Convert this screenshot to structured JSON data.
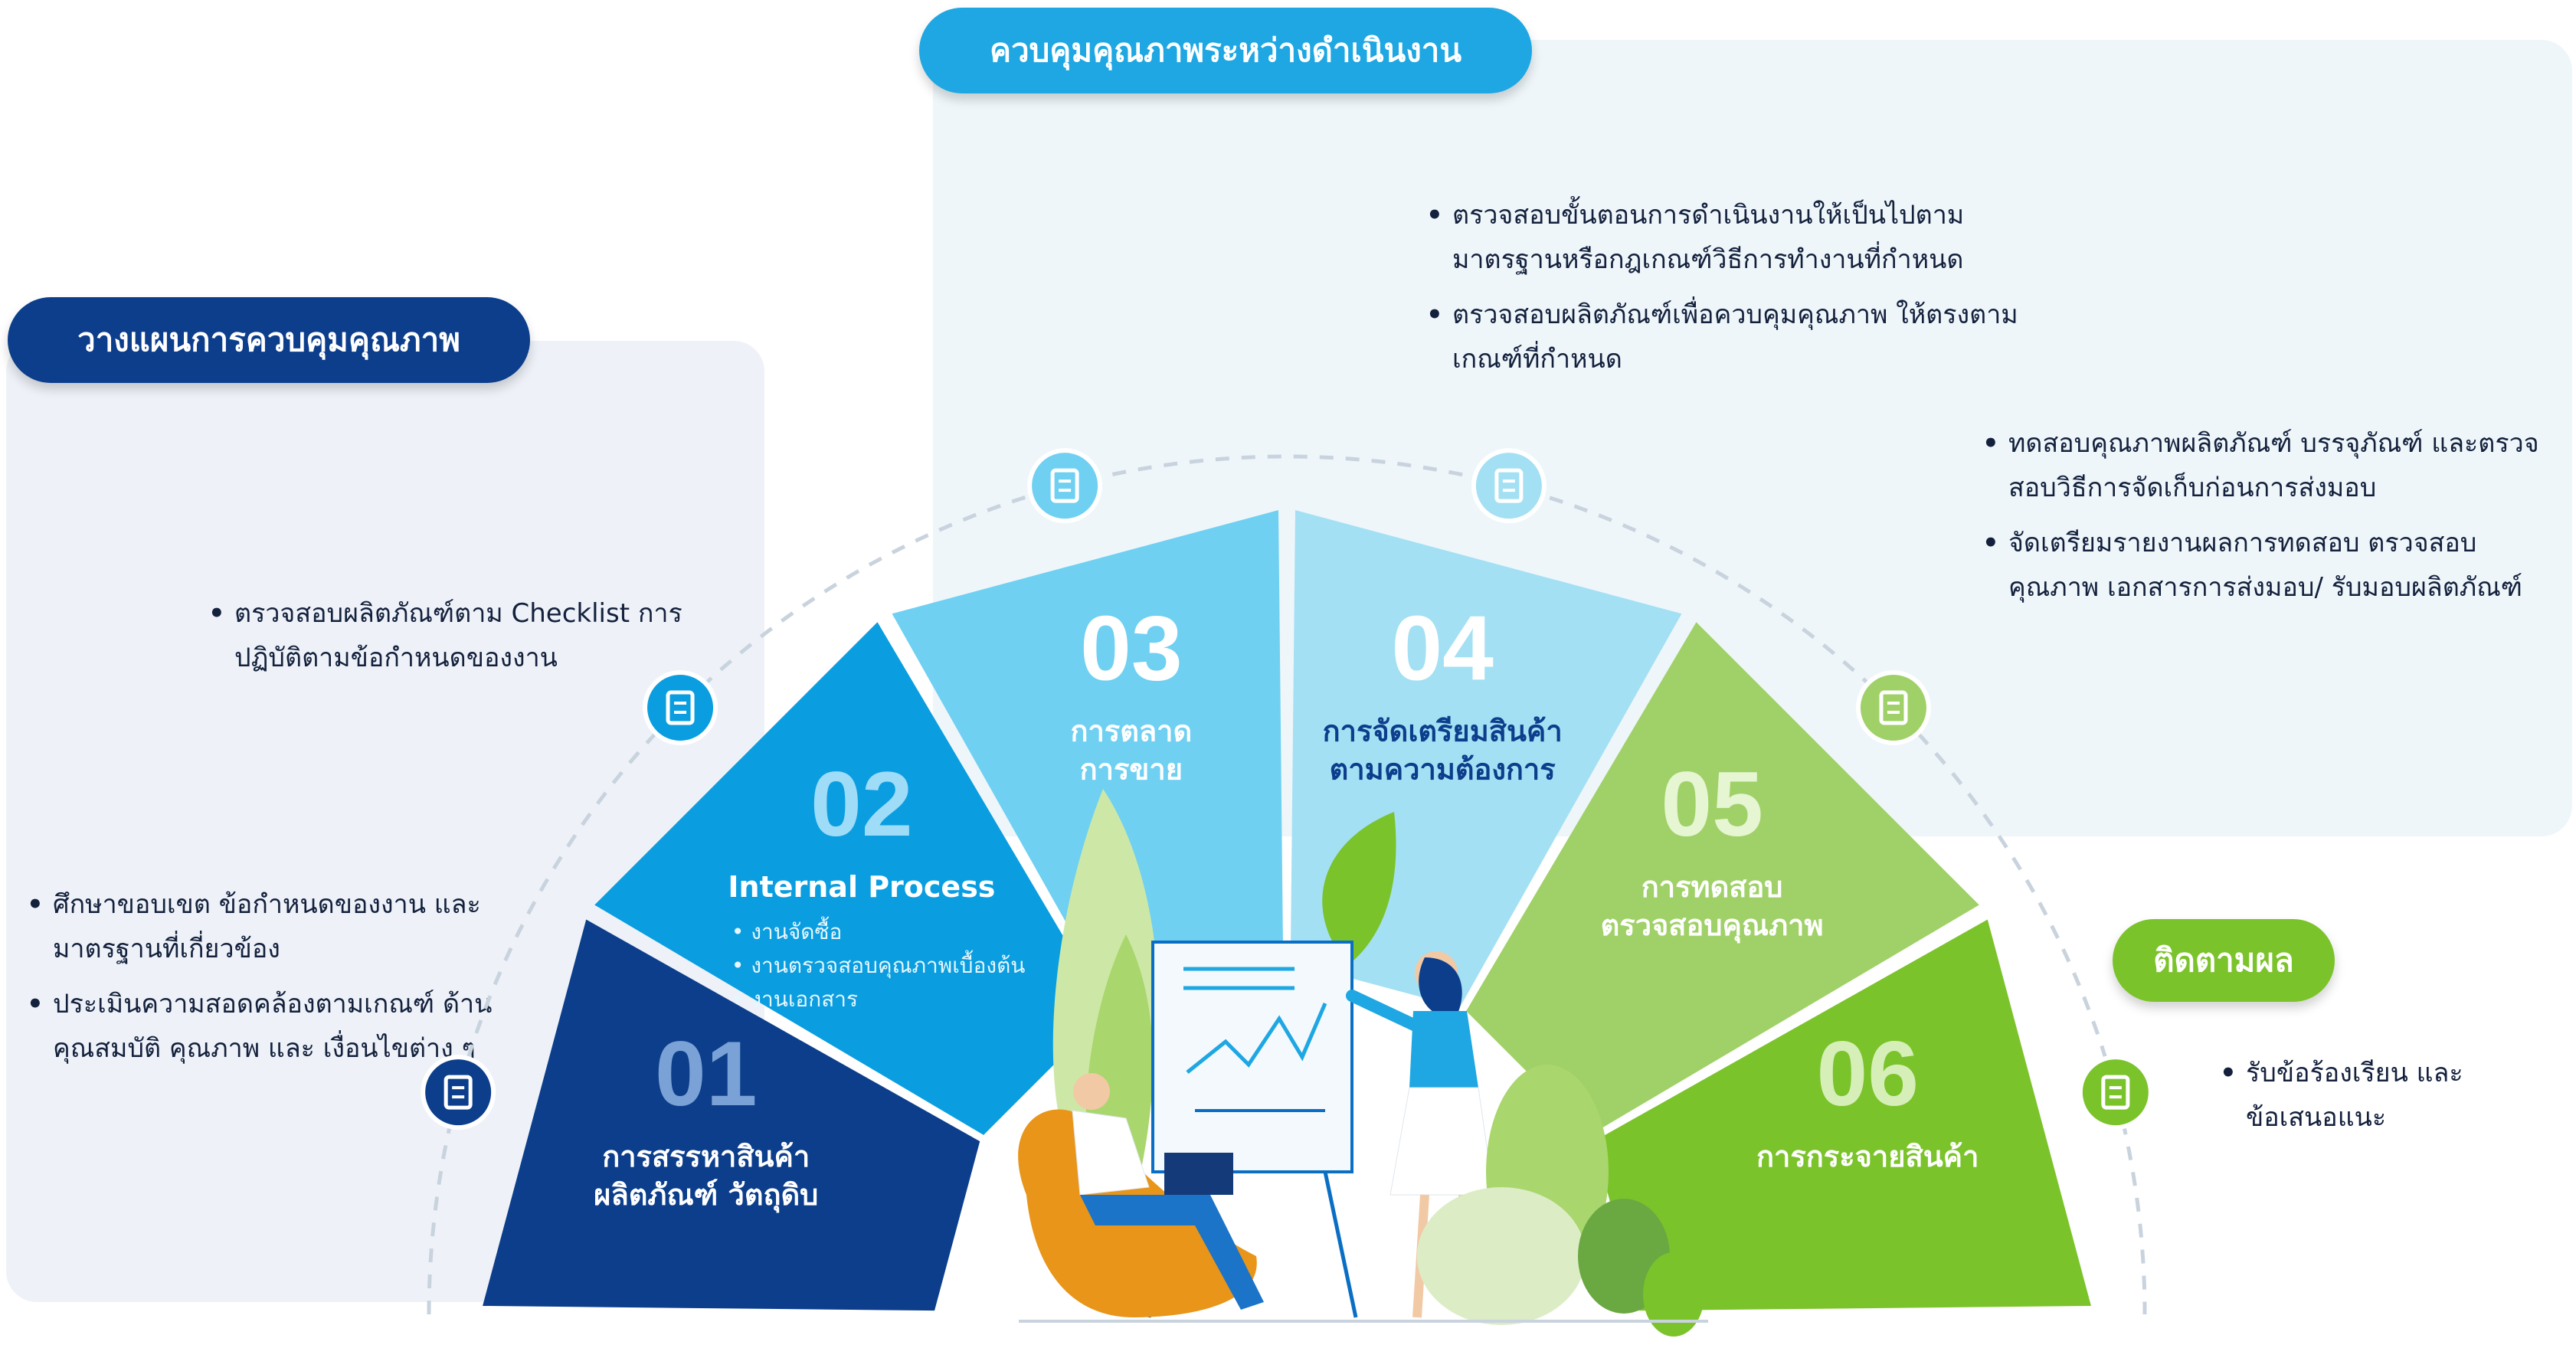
{
  "headers": {
    "plan": "วางแผนการควบคุมคุณภาพ",
    "process": "ควบคุมคุณภาพระหว่างดำเนินงาน",
    "follow": "ติดตามผล"
  },
  "notes": {
    "n1": [
      "ศึกษาขอบเขต ข้อกำหนดของงาน และมาตรฐานที่เกี่ยวข้อง",
      "ประเมินความสอดคล้องตามเกณฑ์ ด้านคุณสมบัติ คุณภาพ และ เงื่อนไขต่าง ๆ"
    ],
    "n2": [
      "ตรวจสอบผลิตภัณฑ์ตาม Checklist การปฏิบัติตามข้อกำหนดของงาน"
    ],
    "n3": [
      "ตรวจสอบขั้นตอนการดำเนินงานให้เป็นไปตาม มาตรฐานหรือกฎเกณฑ์วิธีการทำงานที่กำหนด",
      "ตรวจสอบผลิตภัณฑ์เพื่อควบคุมคุณภาพ ให้ตรงตามเกณฑ์ที่กำหนด"
    ],
    "n4": [
      "ทดสอบคุณภาพผลิตภัณฑ์ บรรจุภัณฑ์ และตรวจสอบวิธีการจัดเก็บก่อนการส่งมอบ",
      "จัดเตรียมรายงานผลการทดสอบ ตรวจสอบคุณภาพ เอกสารการส่งมอบ/ รับมอบผลิตภัณฑ์"
    ],
    "n5": [
      "รับข้อร้องเรียน และข้อเสนอแนะ"
    ]
  },
  "segments": [
    {
      "num": "01",
      "title": [
        "การสรรหาสินค้า",
        "ผลิตภัณฑ์ วัตถุดิบ"
      ],
      "sub": [],
      "color": "#0c3e8c",
      "num_color": "#7aa2d6",
      "title_color": "#ffffff",
      "icon": "magnifier-icon"
    },
    {
      "num": "02",
      "title": [
        "Internal Process"
      ],
      "sub": [
        "งานจัดซื้อ",
        "งานตรวจสอบคุณภาพเบื้องต้น",
        "งานเอกสาร"
      ],
      "color": "#0a9ee0",
      "num_color": "#9fdcf8",
      "title_color": "#ffffff",
      "icon": "cart-gear-icon"
    },
    {
      "num": "03",
      "title": [
        "การตลาด",
        "การขาย"
      ],
      "sub": [],
      "color": "#6fd0f2",
      "num_color": "#ffffff",
      "title_color": "#ffffff",
      "icon": "dashboard-icon"
    },
    {
      "num": "04",
      "title": [
        "การจัดเตรียมสินค้า",
        "ตามความต้องการ"
      ],
      "sub": [],
      "color": "#a3e0f4",
      "num_color": "#ffffff",
      "title_color": "#0c3e8c",
      "icon": "clipboard-icon"
    },
    {
      "num": "05",
      "title": [
        "การทดสอบ",
        "ตรวจสอบคุณภาพ"
      ],
      "sub": [],
      "color": "#a0d168",
      "num_color": "#e6f5d2",
      "title_color": "#ffffff",
      "icon": "report-chart-icon"
    },
    {
      "num": "06",
      "title": [
        "การกระจายสินค้า"
      ],
      "sub": [],
      "color": "#7bc32b",
      "num_color": "#d6efb8",
      "title_color": "#ffffff",
      "icon": "checklist-icon"
    }
  ]
}
